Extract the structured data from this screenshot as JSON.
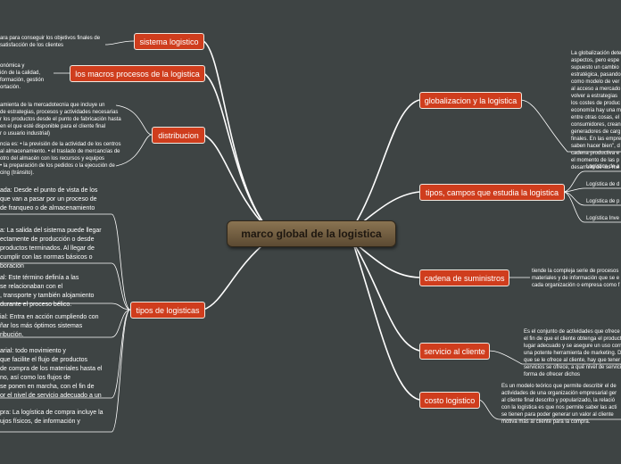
{
  "central": "marco global de la logistica",
  "left": [
    {
      "id": "sistema",
      "label": "sistema logistico",
      "text": "ara para conseguir los objetivos finales de\nsatisfacción de los clientes"
    },
    {
      "id": "macros",
      "label": "los macros procesos de la logistica",
      "text": "onómica y\nión de la calidad,\nformación, gestión\nortación."
    },
    {
      "id": "distribucion",
      "label": "distribucion",
      "text1": "amienta de la mercadotecnia que incluye un\nde estrategias, procesos y actividades necesarias\nr los productos desde el punto de fabricación hasta\nen el que esté disponible para el cliente final\nr o usuario industrial)",
      "text2": "ncia es: • la previsión de la actividad de los centros\nal almacenamiento. • el traslado de mercancías de\notro del almacén con los recursos y equipos\n• la preparación de los pedidos o la ejecución de\ncing (tránsito)."
    },
    {
      "id": "tipos_log",
      "label": "tipos de logisticas",
      "items": [
        "ada: Desde el punto de vista de los\nque van a pasar por un proceso de\nde franqueo o de almacenamiento",
        "a: La salida del sistema puede llegar\nectamente de producción o desde\nproductos terminados. Al llegar de\ncumplir con las normas básicos o\nboración",
        "al: Este término definía a las\nse relacionaban con el\n, transporte y también alojamiento\ndurante el proceso bélico.",
        "ial: Entra en acción cumpliendo con\nñar los más óptimos sistemas\nribución.",
        "arial: todo movimiento y\nque facilite el flujo de productos\nde compra de los materiales hasta el\nno, así como los flujos de\nse ponen en marcha, con el fin de\nor el nivel de servicio adecuado a un",
        "pra: La logística de compra incluye la\nujos físicos, de información y"
      ]
    }
  ],
  "right": [
    {
      "id": "globalizacion",
      "label": "globalizacion y la logistica",
      "text": "La globalización dete\naspectos, pero espe\nsupuesto un cambio\nestratégica, pasando\ncomo modelo de ver\nal acceso a mercado\nvolver a estrategias\nlos costes de produc\neconomía hay una m\nentre otras cosas, el\nconsumidores, crean\ngeneradores de carg\nfinales. En las empre\nsaben hacer bien\", d\ncadena productiva e\nel momento de las p\ndesarrollo de los me"
    },
    {
      "id": "tipos_campos",
      "label": "tipos, campos  que estudia la logistica",
      "items": [
        "Logística de a",
        "Logística de d",
        "Logística de p",
        "Logística Inve"
      ]
    },
    {
      "id": "cadena",
      "label": "cadena de suministros",
      "text": "tiende la compleja serie de procesos\nmateriales y de información que se e\ncada organización o empresa como f"
    },
    {
      "id": "servicio",
      "label": "servicio al cliente",
      "text": "Es el conjunto de actividades que ofrece un\nel fin de que el cliente obtenga el producto e\nlugar adecuado y se asegure un uso correct\nuna potente herramienta de marketing. Den\nque se le ofrece al cliente, hay que tener en\nservicios se ofrece, a qué nivel de servicio,\nforma de ofrecer dichos"
    },
    {
      "id": "costo",
      "label": "costo logistico",
      "text": "Es un modelo teórico que permite describir el de\nactividades de una organización empresarial ger\nal cliente final descrito y popularizado, la relació\ncon la logística es que nos permite saber las acti\nse tienen para poder generar un valor al cliente\nmotiva más al cliente para la compra."
    }
  ]
}
